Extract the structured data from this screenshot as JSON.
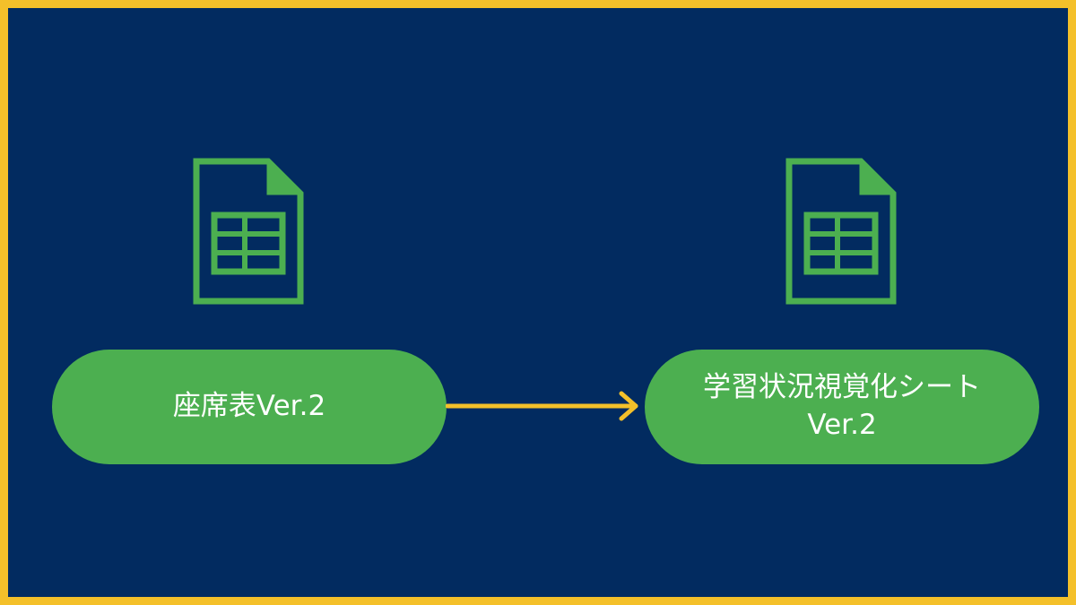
{
  "colors": {
    "border": "#f4c02a",
    "background": "#022b60",
    "accent_green": "#4caf50",
    "arrow": "#f4c02a",
    "text": "#ffffff"
  },
  "diagram": {
    "source": {
      "icon": "spreadsheet-icon",
      "label": "座席表Ver.2"
    },
    "target": {
      "icon": "spreadsheet-icon",
      "label_line1": "学習状況視覚化シート",
      "label_line2": "Ver.2"
    },
    "connector": "arrow-right"
  }
}
